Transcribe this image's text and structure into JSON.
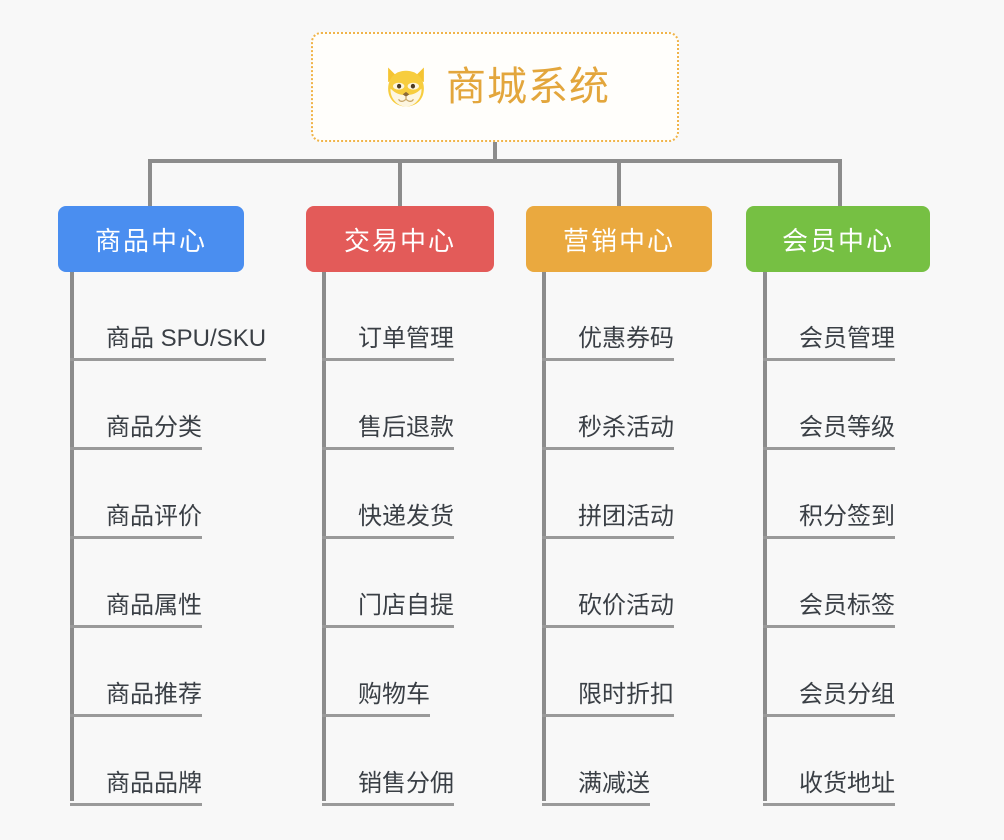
{
  "background_color": "#f8f8f8",
  "root": {
    "title": "商城系统",
    "icon": "shiba-dog-face-icon",
    "text_color": "#e3a63c",
    "border_color": "#f0b44a"
  },
  "connector_color": "#8c8c8c",
  "columns": [
    {
      "id": "product-center",
      "title": "商品中心",
      "color": "#4a8ef0",
      "items": [
        "商品 SPU/SKU",
        "商品分类",
        "商品评价",
        "商品属性",
        "商品推荐",
        "商品品牌"
      ]
    },
    {
      "id": "trade-center",
      "title": "交易中心",
      "color": "#e35b59",
      "items": [
        "订单管理",
        "售后退款",
        "快递发货",
        "门店自提",
        "购物车",
        "销售分佣"
      ]
    },
    {
      "id": "marketing-center",
      "title": "营销中心",
      "color": "#eaa93f",
      "items": [
        "优惠券码",
        "秒杀活动",
        "拼团活动",
        "砍价活动",
        "限时折扣",
        "满减送"
      ]
    },
    {
      "id": "member-center",
      "title": "会员中心",
      "color": "#76c043",
      "items": [
        "会员管理",
        "会员等级",
        "积分签到",
        "会员标签",
        "会员分组",
        "收货地址"
      ]
    }
  ]
}
